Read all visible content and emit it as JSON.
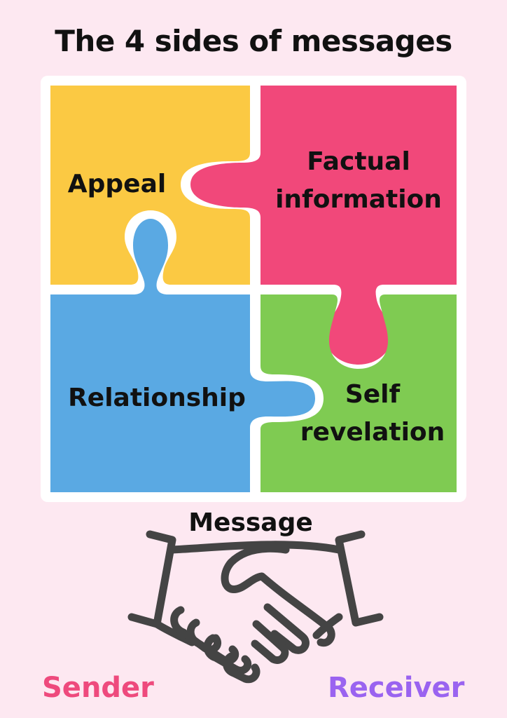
{
  "title": "The 4 sides of messages",
  "pieces": {
    "appeal": {
      "label": "Appeal",
      "color": "#fbc943"
    },
    "factual": {
      "label_line1": "Factual",
      "label_line2": "information",
      "color": "#f1487a"
    },
    "relationship": {
      "label": "Relationship",
      "color": "#5aa9e3"
    },
    "self": {
      "label_line1": "Self",
      "label_line2": "revelation",
      "color": "#7fcb52"
    }
  },
  "message": {
    "label": "Message"
  },
  "handshake_icon": "handshake-icon",
  "sender": {
    "label": "Sender",
    "color": "#ee4a7d"
  },
  "receiver": {
    "label": "Receiver",
    "color": "#9a63f0"
  }
}
